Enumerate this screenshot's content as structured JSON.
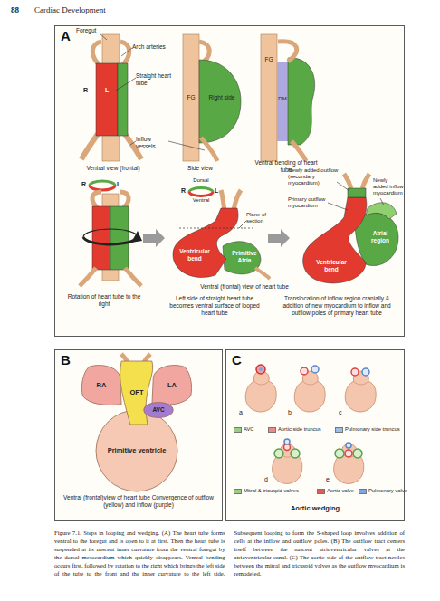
{
  "diagram": {
    "caption": "Figure 7.1. Steps in looping and wedging. (A) The heart tube forms ventral to the foregut and is open to it at first. Then the heart tube is suspended at its nascent inner curvature from the ventral foregut by the dorsal mesocardium which quickly disappears. Ventral bending occurs first, followed by rotation to the right which brings the left side of the tube to the front and the inner curvature to the left side. Subsequent looping to form the S-shaped loop involves addition of cells at the inflow and outflow poles. (B) The outflow tract centers itself between the nascent atrioventricular valves at the atrioventricular canal. (C) The aortic side of the outflow tract nestles between the mitral and tricuspid valves as the outflow myocardium is remodeled.",
    "nodes": [
      {
        "text": [
          "A"
        ]
      },
      {
        "text": [
          "B"
        ]
      },
      {
        "text": [
          "RA"
        ],
        "in": 1
      },
      {
        "text": [
          "LA"
        ],
        "in": 1
      },
      {
        "text": [
          "OFT"
        ],
        "in": 1
      },
      {
        "text": [
          "AVC"
        ],
        "in": 1
      },
      {
        "text": [
          "Primitive ventricle"
        ],
        "in": 1
      },
      {
        "text": [
          "C"
        ]
      }
    ],
    "labels": [
      "88",
      "Cardiac Development",
      "Foregut",
      "Arch arteries",
      "R",
      "L",
      "Straight heart tube",
      "Inflow vessels",
      "Ventral view (frontal)",
      "FG",
      "Right side",
      "Side view",
      "FG",
      "DM",
      "Ventral bending of heart tube",
      "R",
      "L",
      "Dorsal",
      "R",
      "L",
      "Ventral",
      "Plane of section",
      "Ventricular bend",
      "Primitive Atria",
      "Newly added outflow (secondary myocardium)",
      "Primary outflow myocardium",
      "Newly added inflow myocardium",
      "Atrial region",
      "Ventricular bend",
      "Ventral (frontal) view of heart tube",
      "Rotation of heart tube to the right",
      "Left side of straight heart tube becomes ventral surface of looped heart tube",
      "Translocation of inflow region cranially & addition of new myocardium to inflow and outflow poles of primary heart tube",
      "Ventral (frontal)view of heart tube Convergence of outflow (yellow) and inflow (purple)",
      "a",
      "b",
      "c",
      "d",
      "e",
      "Aortic wedging"
    ],
    "legend": [
      {
        "text": "AVC",
        "color": "#9ccc86"
      },
      {
        "text": "Aortic side truncus",
        "color": "#ec8a8a"
      },
      {
        "text": "Pulmonary side truncus",
        "color": "#9dbde6"
      },
      {
        "text": "Mitral & tricuspid valves",
        "color": "#9ccc86"
      },
      {
        "text": "Aortic valve",
        "color": "#e05a5a"
      },
      {
        "text": "Pulmonary valve",
        "color": "#7fa6e0"
      }
    ]
  }
}
